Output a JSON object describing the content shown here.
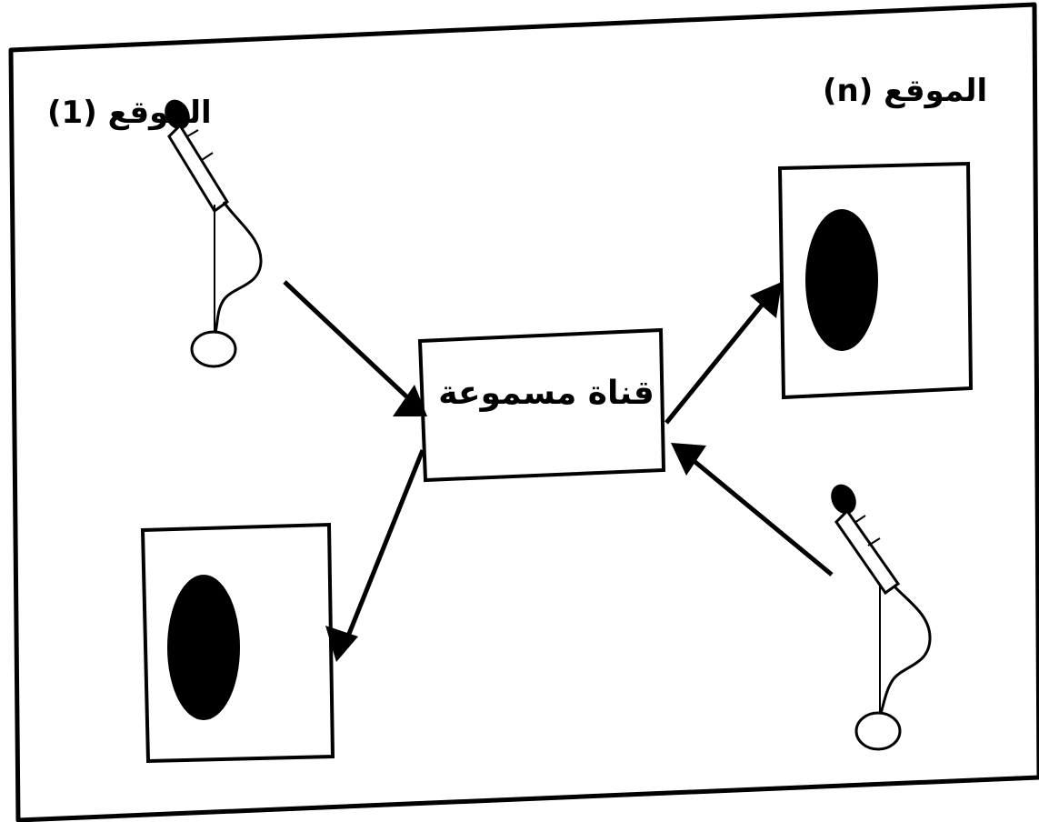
{
  "labels": {
    "site_1": "الموقع (1)",
    "site_n": "الموقع (n)",
    "channel": "قناة مسموعة"
  },
  "icons": {
    "site_1_input": "microphone-icon",
    "site_1_output": "speaker-icon",
    "site_n_input": "microphone-icon",
    "site_n_output": "speaker-icon"
  },
  "colors": {
    "ink": "#000000",
    "background": "#ffffff"
  }
}
